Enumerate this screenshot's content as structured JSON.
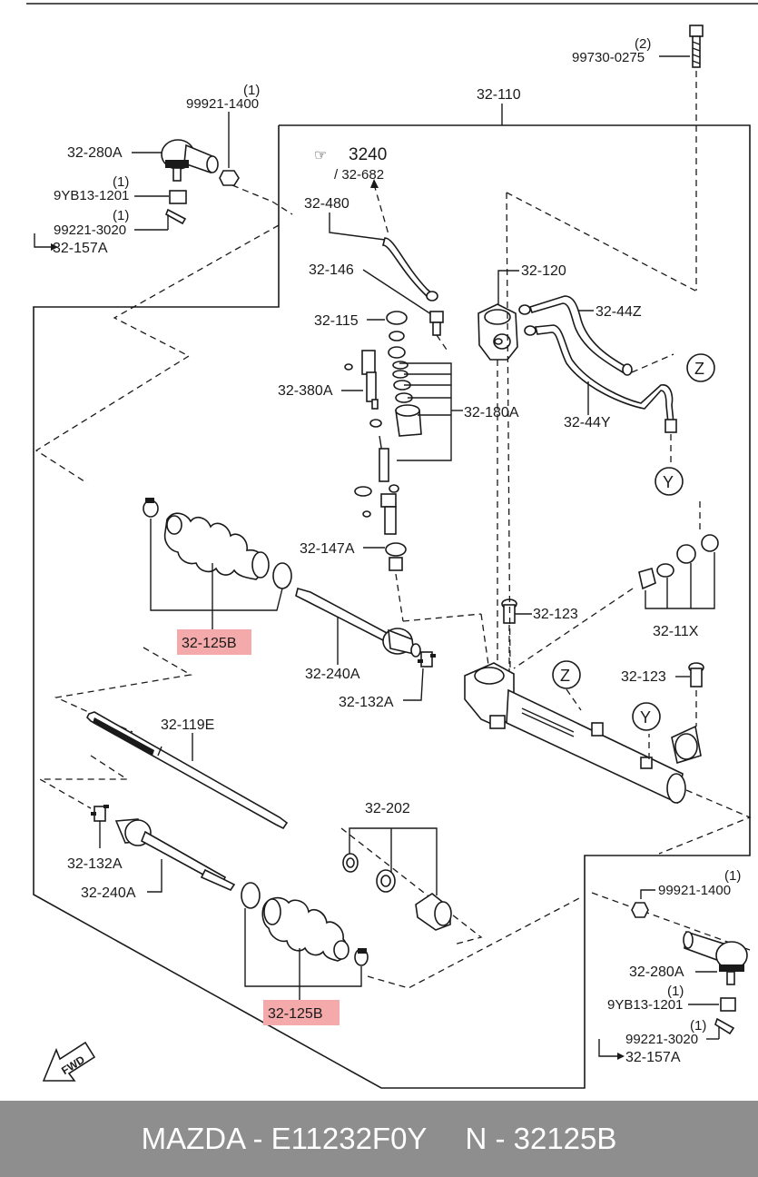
{
  "labels": {
    "qty_bolt": "(2)",
    "bolt": "99730-0275",
    "assembly": "32-110",
    "qty_nut_l": "(1)",
    "nut_l": "99921-1400",
    "tie_rod_end_l": "32-280A",
    "qty_boot_nut_l": "(1)",
    "boot_nut_l": "9YB13-1201",
    "qty_pin_l": "(1)",
    "pin_l": "99221-3020",
    "set_l": "32-157A",
    "ref_page": "3240",
    "ref_sub": "/ 32-682",
    "pipe_480": "32-480",
    "bolt_146": "32-146",
    "nut_115": "32-115",
    "housing_120": "32-120",
    "pipe_44z": "32-44Z",
    "pinion_380a": "32-380A",
    "seal_kit_180a": "32-180A",
    "pipe_44y": "32-44Y",
    "marker_z": "Z",
    "marker_y": "Y",
    "plug_147a": "32-147A",
    "bush_123": "32-123",
    "kit_11x": "32-11X",
    "boot_r": "32-125B",
    "inner_rod_r": "32-240A",
    "bush_123_b": "32-123",
    "clip_r": "32-132A",
    "rack_119e": "32-119E",
    "seal_202": "32-202",
    "clip_l": "32-132A",
    "inner_rod_l": "32-240A",
    "boot_l": "32-125B",
    "qty_nut_r": "(1)",
    "nut_r": "99921-1400",
    "tie_rod_end_r": "32-280A",
    "qty_boot_nut_r": "(1)",
    "boot_nut_r": "9YB13-1201",
    "qty_pin_r": "(1)",
    "pin_r": "99221-3020",
    "set_r": "32-157A",
    "fwd": "FWD"
  },
  "footer": {
    "brand_part": "MAZDA - E11232F0Y",
    "number": "N - 32125B"
  },
  "colors": {
    "highlight": "#f4aaaa",
    "footer_bg": "#8e8e8e",
    "footer_text": "#ffffff"
  }
}
